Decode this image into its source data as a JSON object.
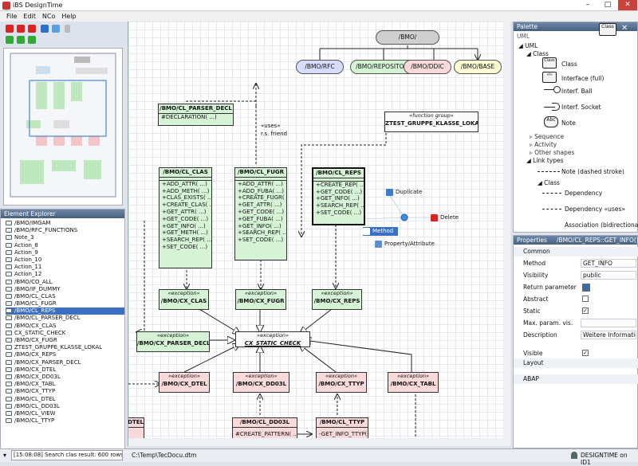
{
  "window": {
    "title": "iBS DesignTime",
    "min": "–",
    "max": "□",
    "close": "✕"
  },
  "menu": [
    "File",
    "Edit",
    "NCo",
    "Help"
  ],
  "toolbar": {
    "icons": [
      "pdf-icon",
      "pdf-icon",
      "pdf-icon",
      "save-icon",
      "image-icon",
      "open-icon",
      "zoom-icon"
    ]
  },
  "explorer": {
    "title": "Element Explorer",
    "items": [
      "/BMO/IMGAM",
      "/BMO/RFC_FUNCTIONS",
      "Note_3",
      "Action_8",
      "Action_9",
      "Action_10",
      "Action_11",
      "Action_12",
      "/BMO/CO_ALL",
      "/BMO/IF_DUMMY",
      "/BMO/CL_CLAS",
      "/BMO/CL_FUGR",
      "/BMO/CL_REPS",
      "/BMO/CL_PARSER_DECL",
      "/BMO/CX_CLAS",
      "CX_STATIC_CHECK",
      "/BMO/CX_FUGR",
      "ZTEST_GRUPPE_KLASSE_LOKAL",
      "/BMO/CX_REPS",
      "/BMO/CX_PARSER_DECL",
      "/BMO/CX_DTEL",
      "/BMO/CX_DD03L",
      "/BMO/CX_TABL",
      "/BMO/CX_TTYP",
      "/BMO/CL_DTEL",
      "/BMO/CL_DD03L",
      "/BMO/CL_VIEW",
      "/BMO/CL_TTYP"
    ],
    "selected_index": 12
  },
  "diagram": {
    "root": "/BMO/",
    "packages": [
      "/BMO/RFC",
      "/BMO/REPOSITORY",
      "/BMO/DDIC",
      "/BMO/BASE"
    ],
    "parser": {
      "name": "/BMO/CL_PARSER_DECL",
      "methods": [
        "#DECLARATION(  ...)"
      ]
    },
    "uses_label": "«uses»",
    "friend_label": "r.s. friend",
    "fgroup": {
      "stereo": "«function group»",
      "name": "ZTEST_GRUPPE_KLASSE_LOKAL"
    },
    "cl_clas": {
      "name": "/BMO/CL_CLAS",
      "methods": [
        "+ADD_ATTR(  ...)",
        "+ADD_METH(  ...)",
        "+CLAS_EXISTS(  ...)",
        "+CREATE_CLAS(  ...)",
        "+GET_ATTR(  ...)",
        "+GET_CODE(  ...)",
        "+GET_INFO(  ...)",
        "+GET_METH(  ...)",
        "+SEARCH_REP(  ...)",
        "+SET_CODE(  ...)"
      ]
    },
    "cl_fugr": {
      "name": "/BMO/CL_FUGR",
      "methods": [
        "+ADD_ATTR(  ...)",
        "+ADD_FUBA(  ...)",
        "+CREATE_FUGR(  ...)",
        "+GET_ATTR(  ...)",
        "+GET_CODE(  ...)",
        "+GET_FUBA(  ...)",
        "+GET_INFO(  ...)",
        "+SEARCH_REP(  ...)",
        "+SET_CODE(  ...)"
      ]
    },
    "cl_reps": {
      "name": "/BMO/CL_REPS",
      "methods": [
        "+CREATE_REP(  ...)",
        "+GET_CODE(  ...)",
        "+GET_INFO(  ...)",
        "+SEARCH_REP(  ...)",
        "+SET_CODE(  ...)"
      ]
    },
    "ctx": {
      "duplicate": "Duplicate",
      "delete": "Delete",
      "method": "Method",
      "property": "Property/Attribute"
    },
    "exc_stereo": "«exception»",
    "cx_clas": "/BMO/CX_CLAS",
    "cx_fugr": "/BMO/CX_FUGR",
    "cx_reps": "/BMO/CX_REPS",
    "cx_parser": "/BMO/CX_PARSER_DECL",
    "cx_static": "CX_STATIC_CHECK",
    "cx_dtel": "/BMO/CX_DTEL",
    "cx_dd03l": "/BMO/CX_DD03L",
    "cx_ttyp": "/BMO/CX_TTYP",
    "cx_tabl": "/BMO/CX_TABL",
    "cl_dtel": "DTEL",
    "cl_dd03l": "/BMO/CL_DD03L",
    "cl_dd03l_m": "#CREATE_PATTERN(  ...)",
    "cl_ttyp": "/BMO/CL_TTYP",
    "cl_ttyp_m": "-GET_INFO_TTYP(  ...)"
  },
  "palette": {
    "title": "Palette",
    "subtitle": "UML",
    "tree": [
      "UML",
      "Class",
      "Class",
      "Interface (full)",
      "Interf. Ball",
      "Interf. Socket",
      "Note",
      "Sequence",
      "Activity",
      "Other shapes",
      "Link types",
      "Note (dashed stroke)",
      "Class",
      "Dependency",
      "Dependency «uses»",
      "Association (bidirectional)"
    ],
    "preview_label": "Class",
    "glyph_class": "Class",
    "glyph_interface": "«I»",
    "glyph_note": "Abc"
  },
  "properties": {
    "title": "Properties",
    "subject": "/BMO/CL_REPS::GET_INFO()",
    "common": "Common",
    "rows": [
      {
        "k": "Method",
        "v": "GET_INFO"
      },
      {
        "k": "Visibility",
        "v": "public"
      },
      {
        "k": "Return parameter",
        "v": ""
      },
      {
        "k": "Abstract",
        "v": ""
      },
      {
        "k": "Static",
        "v": "✓"
      },
      {
        "k": "Max. param. vis.",
        "v": ""
      },
      {
        "k": "Description",
        "v": "Weitere Information"
      },
      {
        "k": "Visible",
        "v": "✓"
      }
    ],
    "layout": "Layout",
    "abap": "ABAP"
  },
  "status": {
    "log": "[15:08:08]  Search clas result: 600 rows",
    "file": "C:\\Temp\\TecDocu.dtm",
    "user": "DESIGNTIME on ID1"
  }
}
